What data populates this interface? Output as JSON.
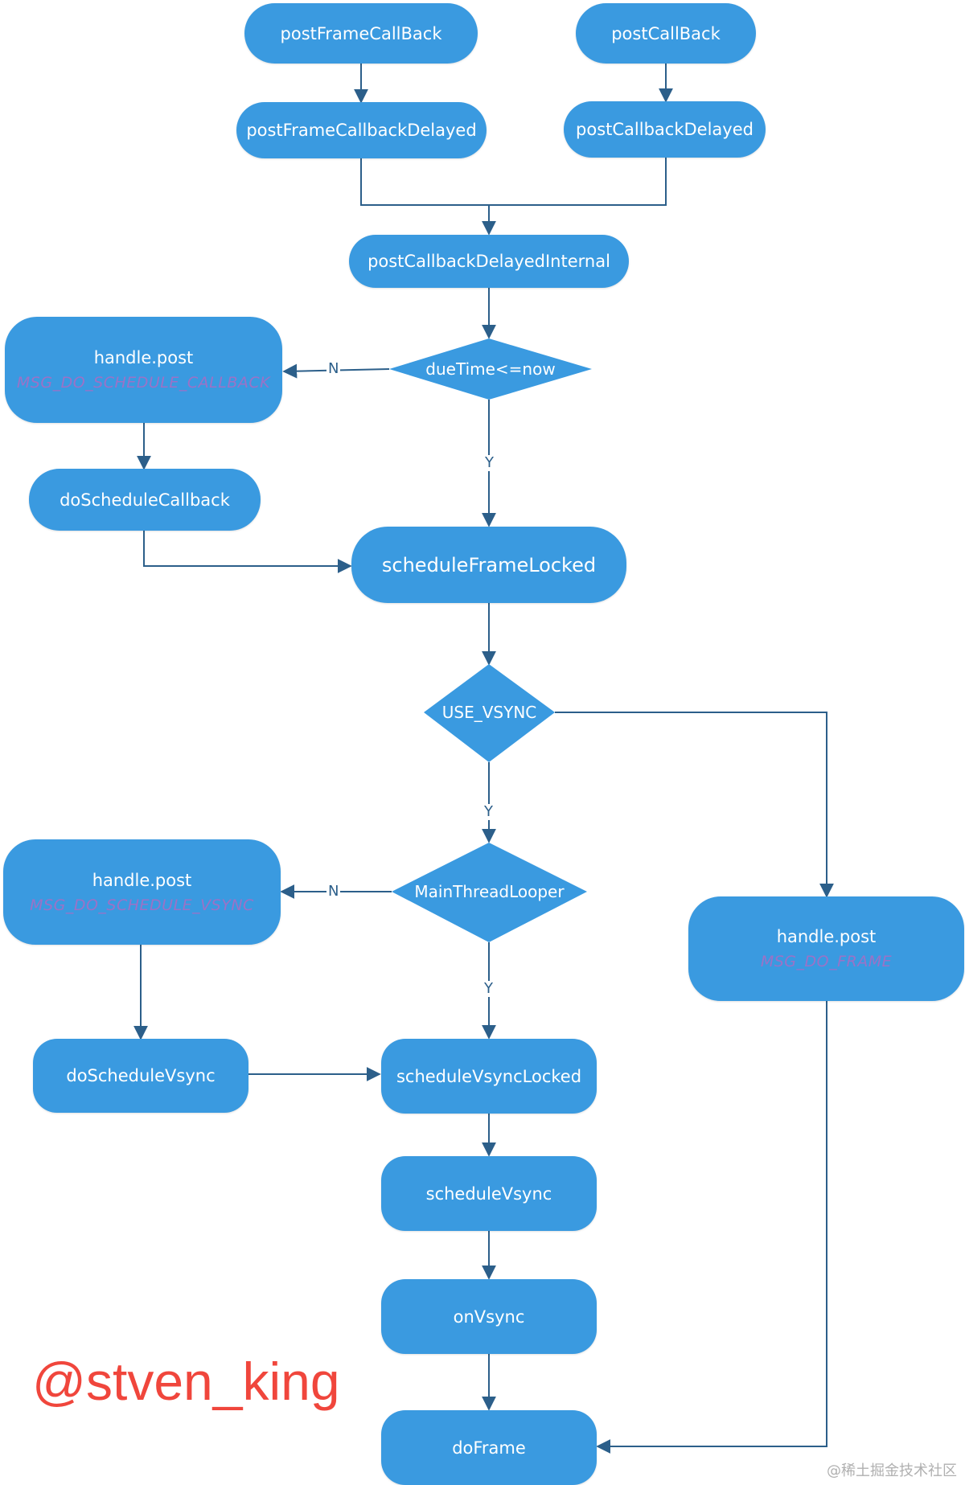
{
  "nodes": {
    "postFrameCallBack": "postFrameCallBack",
    "postCallBack": "postCallBack",
    "postFrameCallbackDelayed": "postFrameCallbackDelayed",
    "postCallbackDelayed": "postCallbackDelayed",
    "postCallbackDelayedInternal": "postCallbackDelayedInternal",
    "handlePost1": {
      "title": "handle.post",
      "sub": "MSG_DO_SCHEDULE_CALLBACK"
    },
    "doScheduleCallback": "doScheduleCallback",
    "scheduleFrameLocked": "scheduleFrameLocked",
    "handlePost2": {
      "title": "handle.post",
      "sub": "MSG_DO_SCHEDULE_VSYNC"
    },
    "handlePost3": {
      "title": "handle.post",
      "sub": "MSG_DO_FRAME"
    },
    "doScheduleVsync": "doScheduleVsync",
    "scheduleVsyncLocked": "scheduleVsyncLocked",
    "scheduleVsync": "scheduleVsync",
    "onVsync": "onVsync",
    "doFrame": "doFrame"
  },
  "decisions": {
    "dueTime": "dueTime<=now",
    "useVsync": "USE_VSYNC",
    "mainThreadLooper": "MainThreadLooper"
  },
  "edge_labels": {
    "dueTime_no": "N",
    "dueTime_yes": "Y",
    "useVsync_yes": "Y",
    "looper_no": "N",
    "looper_yes": "Y"
  },
  "watermark": "@stven_king",
  "footer_mark": "@稀土掘金技术社区",
  "colors": {
    "node_fill": "#3a9ae0",
    "line": "#2c5f8a",
    "sub_text": "#9b72c7",
    "watermark": "#f0463c"
  }
}
